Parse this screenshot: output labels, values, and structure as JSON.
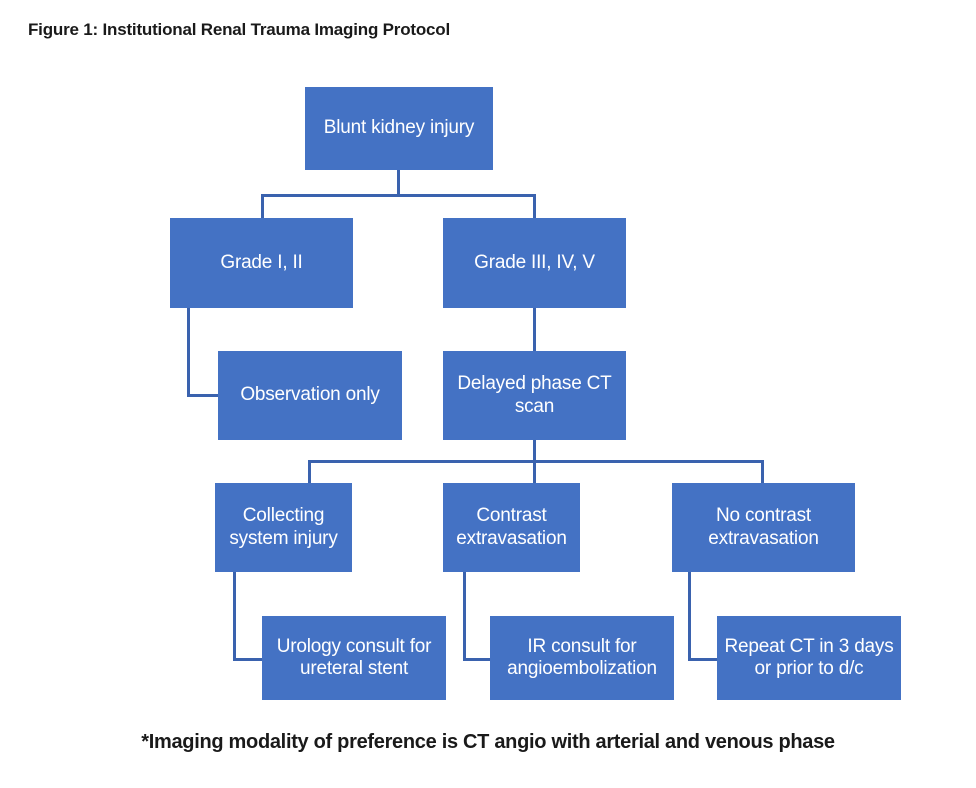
{
  "figure": {
    "title": "Figure 1: Institutional Renal Trauma Imaging Protocol",
    "footnote": "*Imaging modality of preference is CT angio with arterial and venous phase",
    "accent_color": "#4472C4",
    "connector_color": "#3A62AE",
    "node_text_color": "#FFFFFF",
    "background_color": "#FFFFFF"
  },
  "nodes": {
    "root": "Blunt kidney injury",
    "grade_low": "Grade I, II",
    "grade_high": "Grade III, IV, V",
    "observation": "Observation only",
    "delayed_ct": "Delayed phase CT scan",
    "collecting_system": "Collecting system injury",
    "contrast_extrav": "Contrast extravasation",
    "no_contrast_extrav": "No contrast extravasation",
    "urology_consult": "Urology consult for ureteral stent",
    "ir_consult": "IR consult for angioembolization",
    "repeat_ct": "Repeat CT in 3 days or prior to d/c"
  },
  "chart_data": {
    "type": "diagram",
    "diagram_type": "flowchart",
    "title": "Figure 1: Institutional Renal Trauma Imaging Protocol",
    "note": "*Imaging modality of preference is CT angio with arterial and venous phase",
    "nodes": [
      {
        "id": "root",
        "label": "Blunt kidney injury",
        "level": 0
      },
      {
        "id": "grade_low",
        "label": "Grade I, II",
        "level": 1
      },
      {
        "id": "grade_high",
        "label": "Grade III, IV, V",
        "level": 1
      },
      {
        "id": "observation",
        "label": "Observation only",
        "level": 2
      },
      {
        "id": "delayed_ct",
        "label": "Delayed phase CT scan",
        "level": 2
      },
      {
        "id": "collecting_system",
        "label": "Collecting system injury",
        "level": 3
      },
      {
        "id": "contrast_extrav",
        "label": "Contrast extravasation",
        "level": 3
      },
      {
        "id": "no_contrast_extrav",
        "label": "No contrast extravasation",
        "level": 3
      },
      {
        "id": "urology_consult",
        "label": "Urology consult for ureteral stent",
        "level": 4
      },
      {
        "id": "ir_consult",
        "label": "IR consult for angioembolization",
        "level": 4
      },
      {
        "id": "repeat_ct",
        "label": "Repeat CT in 3 days or prior to d/c",
        "level": 4
      }
    ],
    "edges": [
      {
        "from": "root",
        "to": "grade_low"
      },
      {
        "from": "root",
        "to": "grade_high"
      },
      {
        "from": "grade_low",
        "to": "observation"
      },
      {
        "from": "grade_high",
        "to": "delayed_ct"
      },
      {
        "from": "delayed_ct",
        "to": "collecting_system"
      },
      {
        "from": "delayed_ct",
        "to": "contrast_extrav"
      },
      {
        "from": "delayed_ct",
        "to": "no_contrast_extrav"
      },
      {
        "from": "collecting_system",
        "to": "urology_consult"
      },
      {
        "from": "contrast_extrav",
        "to": "ir_consult"
      },
      {
        "from": "no_contrast_extrav",
        "to": "repeat_ct"
      }
    ]
  }
}
